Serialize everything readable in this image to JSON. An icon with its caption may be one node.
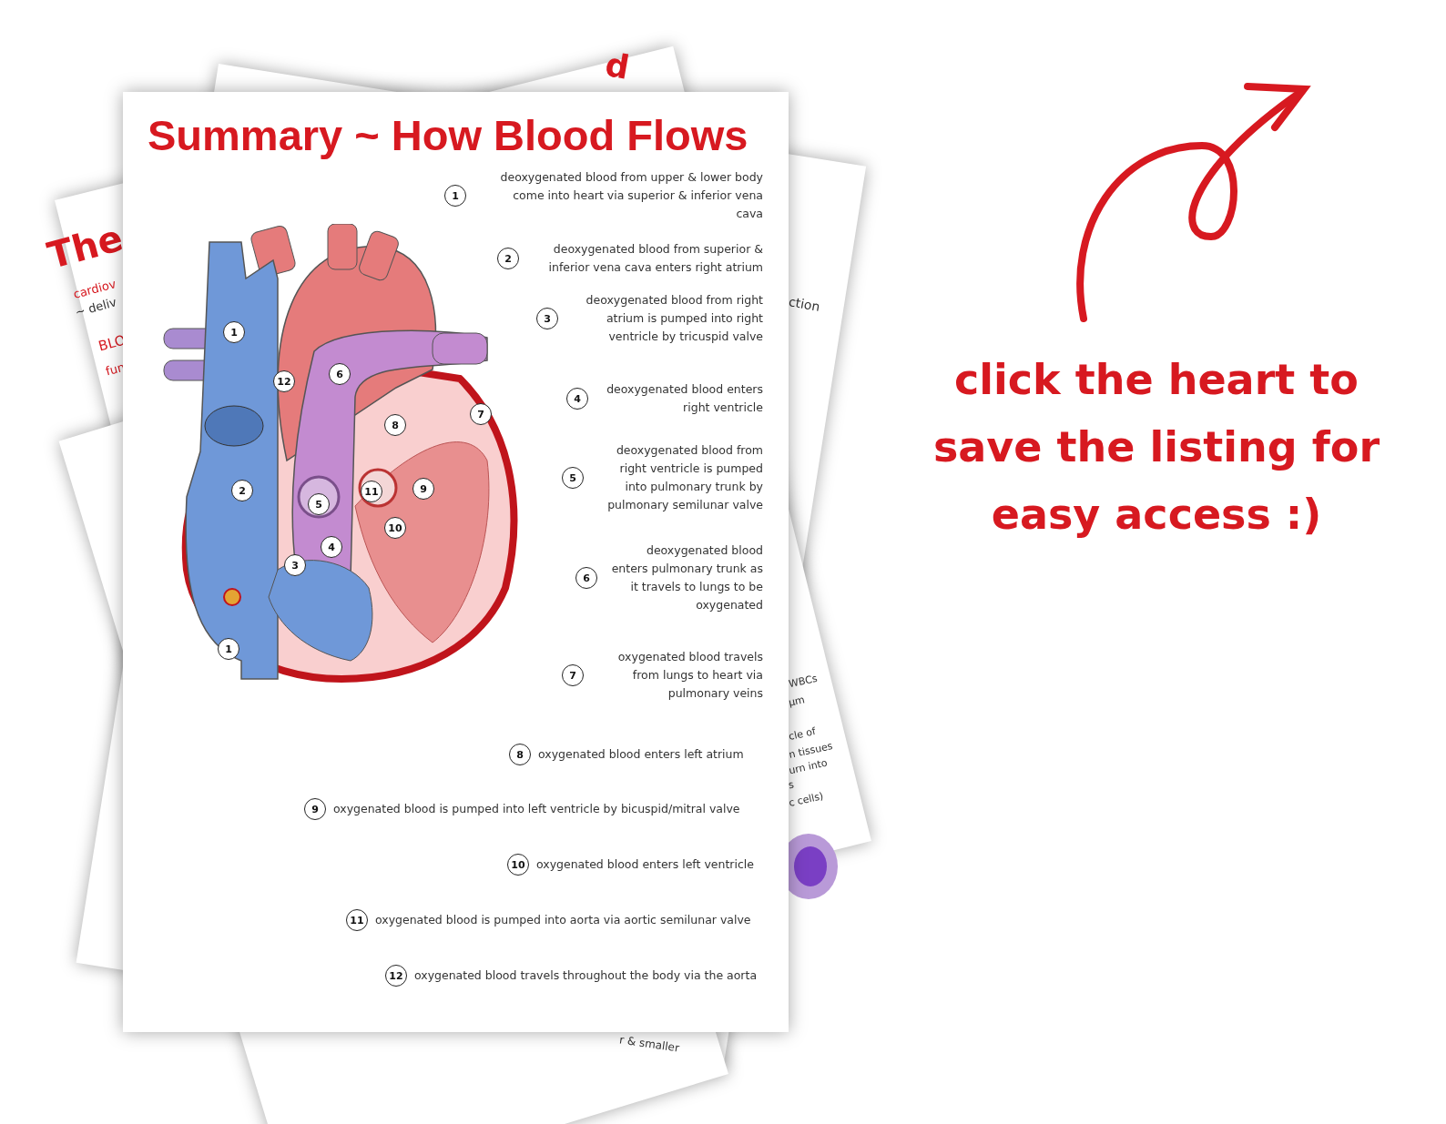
{
  "diagram": {
    "title": "Summary ~ How Blood Flows",
    "nodes": [
      {
        "text": [
          "1"
        ]
      },
      {
        "text": [
          "12"
        ]
      },
      {
        "text": [
          "6"
        ]
      },
      {
        "text": [
          "7"
        ]
      },
      {
        "text": [
          "8"
        ]
      },
      {
        "text": [
          "9"
        ]
      },
      {
        "text": [
          "2"
        ]
      },
      {
        "text": [
          "11"
        ]
      },
      {
        "text": [
          "5"
        ]
      },
      {
        "text": [
          "10"
        ]
      },
      {
        "text": [
          "4"
        ]
      },
      {
        "text": [
          "3"
        ]
      },
      {
        "text": [
          "1"
        ]
      },
      {
        "text": [
          "1"
        ],
        "beside": [
          "deoxygenated blood from upper & lower body come into heart via superior & inferior vena cava"
        ]
      },
      {
        "text": [
          "2"
        ],
        "beside": [
          "deoxygenated blood from superior & inferior vena cava enters right atrium"
        ]
      },
      {
        "text": [
          "3"
        ],
        "beside": [
          "deoxygenated blood from right atrium is pumped into right ventricle by tricuspid valve"
        ]
      },
      {
        "text": [
          "4"
        ],
        "beside": [
          "deoxygenated blood enters right ventricle"
        ]
      },
      {
        "text": [
          "5"
        ],
        "beside": [
          "deoxygenated blood from right ventricle is pumped into pulmonary trunk by pulmonary semilunar valve"
        ]
      },
      {
        "text": [
          "6"
        ],
        "beside": [
          "deoxygenated blood enters pulmonary trunk as it travels to lungs to be oxygenated"
        ]
      },
      {
        "text": [
          "7"
        ],
        "beside": [
          "oxygenated blood travels from lungs to heart via pulmonary veins"
        ]
      },
      {
        "text": [
          "8"
        ],
        "beside": [
          "oxygenated blood enters left atrium"
        ]
      },
      {
        "text": [
          "9"
        ],
        "beside": [
          "oxygenated blood is pumped into left ventricle by bicuspid/mitral valve"
        ]
      },
      {
        "text": [
          "10"
        ],
        "beside": [
          "oxygenated blood enters left ventricle"
        ]
      },
      {
        "text": [
          "11"
        ],
        "beside": [
          "oxygenated blood is pumped into aorta via aortic semilunar valve"
        ]
      },
      {
        "text": [
          "12"
        ],
        "beside": [
          "oxygenated blood travels throughout the body via the aorta"
        ]
      }
    ],
    "labels": [
      "click the heart to save the listing for easy access :)",
      "d",
      "The",
      "cardiov",
      "~ deliv",
      "BLO",
      "fun",
      "ction",
      "WBCs",
      "μm",
      "cle of",
      "n tissues",
      "urn into",
      "s",
      "c cells)",
      "r & smaller"
    ]
  }
}
